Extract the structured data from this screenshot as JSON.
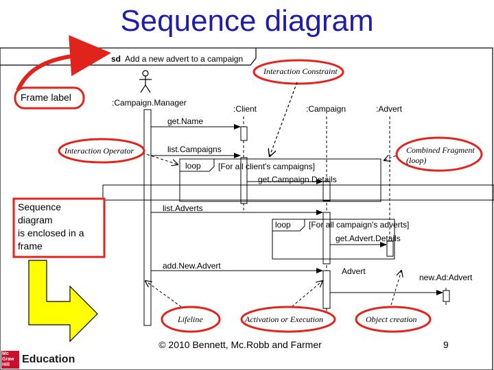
{
  "title": "Sequence diagram",
  "frame": {
    "keyword": "sd",
    "name": "Add a new advert to a campaign"
  },
  "lifelines": {
    "manager": ":Campaign.Manager",
    "client": ":Client",
    "campaign": ":Campaign",
    "advert": ":Advert",
    "new_advert": "new.Ad:Advert"
  },
  "messages": {
    "get_name": "get.Name",
    "list_campaigns": "list.Campaigns",
    "get_campaign_details": "get.Campaign.Details",
    "list_adverts": "list.Adverts",
    "get_advert_details": "get.Advert.Details",
    "add_new_advert": "add.New.Advert",
    "advert_create": "Advert"
  },
  "fragments": {
    "outer_loop_operator": "loop",
    "outer_loop_guard": "[For all client's campaigns]",
    "inner_loop_operator": "loop",
    "inner_loop_guard": "[For all campaign's adverts]"
  },
  "annotations": {
    "interaction_constraint": "Interaction Constraint",
    "frame_label": "Frame label",
    "interaction_operator": "Interaction Operator",
    "combined_fragment_line1": "Combined Fragment",
    "combined_fragment_line2": "(loop)",
    "sequence_in_frame": [
      "Sequence",
      "diagram",
      "is enclosed in a",
      "frame"
    ],
    "lifeline": "Lifeline",
    "activation": "Activation or Execution",
    "object_creation": "Object creation"
  },
  "footer": "© 2010 Bennett, Mc.Robb and Farmer",
  "page_number": "9",
  "publisher": {
    "mark": "Mc Graw Hill",
    "text": "Education"
  },
  "colors": {
    "title": "#1f1ea8",
    "highlight_red": "#e0241b",
    "arrow_yellow": "#ffff00",
    "logo_red": "#c8102e"
  }
}
